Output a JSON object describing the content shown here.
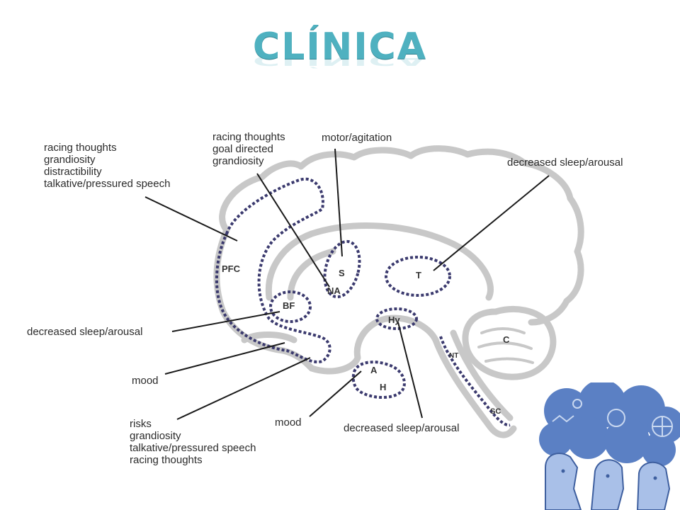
{
  "title": "CLÍNICA",
  "labels": {
    "pfc_symptoms": [
      "racing thoughts",
      "grandiosity",
      "distractibility",
      "talkative/pressured speech"
    ],
    "na_symptoms": [
      "racing thoughts",
      "goal directed",
      "grandiosity"
    ],
    "s_symptom": "motor/agitation",
    "t_symptom": "decreased sleep/arousal",
    "bf_symptom": "decreased sleep/arousal",
    "ofc_mood": "mood",
    "risks_list": [
      "risks",
      "grandiosity",
      "talkative/pressured speech",
      "racing thoughts"
    ],
    "amygdala_mood": "mood",
    "hy_symptom": "decreased sleep/arousal"
  },
  "regions": {
    "pfc": "PFC",
    "s": "S",
    "na": "NA",
    "t": "T",
    "bf": "BF",
    "hy": "Hy",
    "a": "A",
    "h": "H",
    "c": "C",
    "nt": "NT",
    "sc": "SC"
  },
  "colors": {
    "title": "#4fb1c0",
    "brain_outline": "#c8c8c8",
    "dotted_region": "#3b3a6e",
    "leader_line": "#1a1a1a",
    "art_blue": "#4a6fb0"
  },
  "icons": [
    "people-heads-illustration"
  ]
}
